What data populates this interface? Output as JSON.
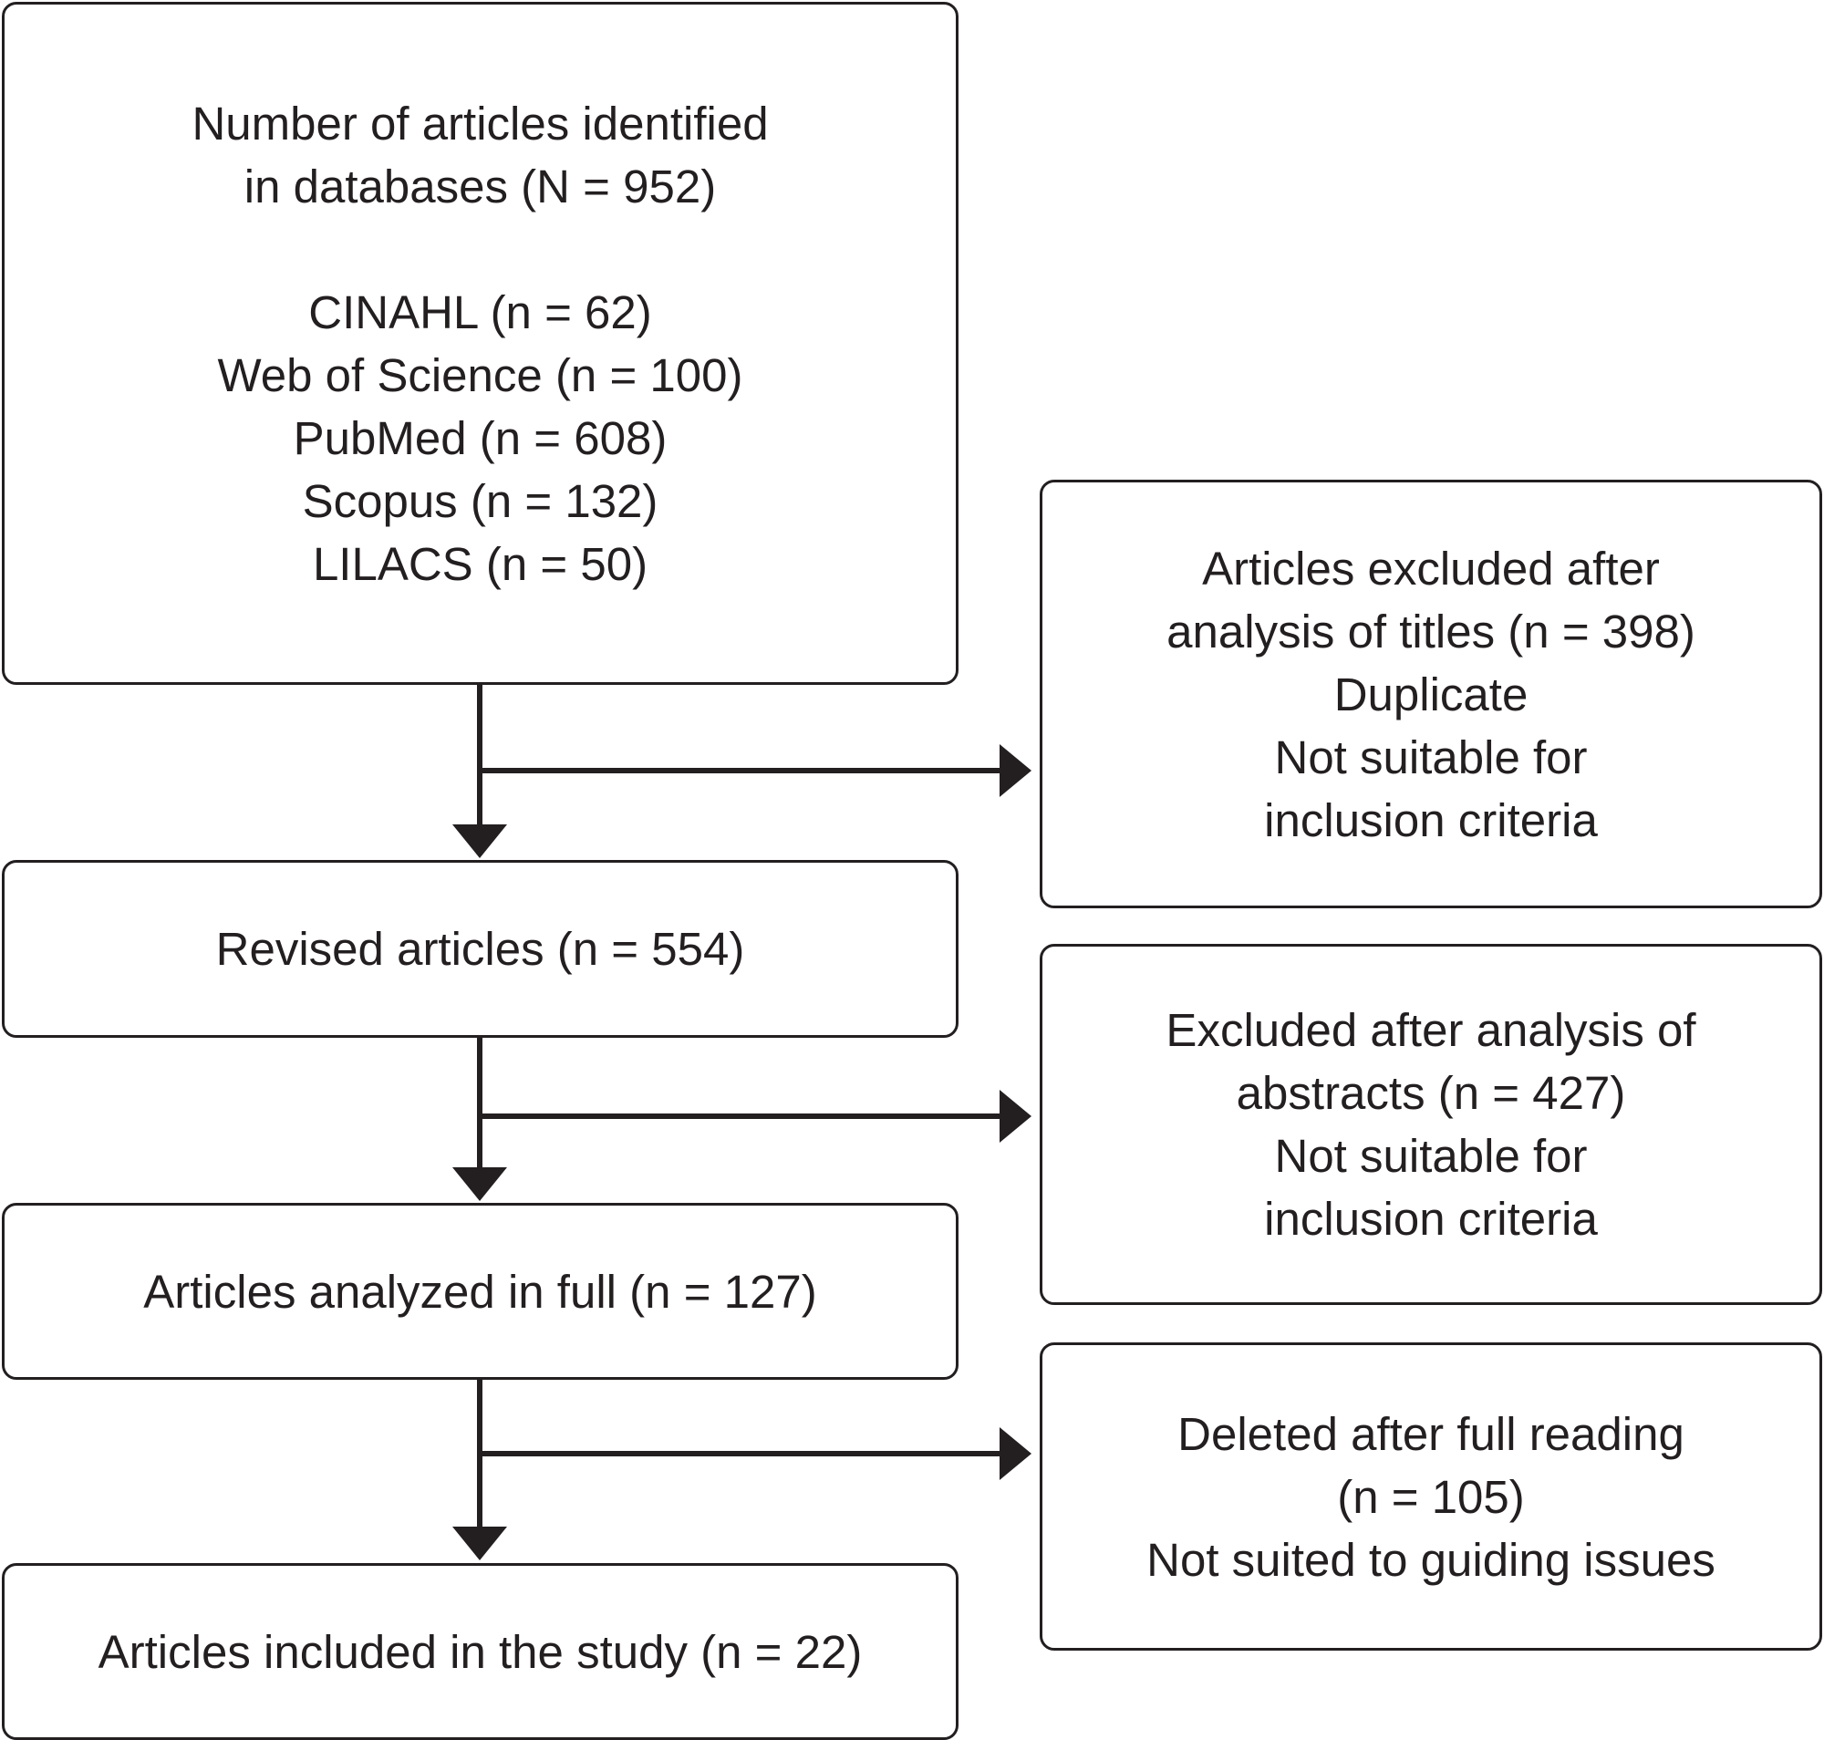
{
  "flow": {
    "identified": {
      "title_lines": [
        "Number of articles identified",
        "in databases (N = 952)"
      ],
      "databases": [
        {
          "label": "CINAHL (n = 62)"
        },
        {
          "label": "Web of Science (n = 100)"
        },
        {
          "label": "PubMed (n = 608)"
        },
        {
          "label": "Scopus (n = 132)"
        },
        {
          "label": "LILACS (n = 50)"
        }
      ]
    },
    "revised": {
      "label": "Revised articles (n = 554)"
    },
    "analyzed": {
      "label": "Articles analyzed in full (n = 127)"
    },
    "included": {
      "label": "Articles included in the study (n = 22)"
    }
  },
  "exclusions": {
    "titles": {
      "lines": [
        "Articles excluded after",
        "analysis of titles (n = 398)",
        "Duplicate",
        "Not suitable for",
        "inclusion criteria"
      ]
    },
    "abstracts": {
      "lines": [
        "Excluded after analysis of",
        "abstracts (n = 427)",
        "Not suitable for",
        "inclusion criteria"
      ]
    },
    "full_reading": {
      "lines": [
        "Deleted after full reading",
        "(n = 105)",
        "Not suited to guiding issues"
      ]
    }
  },
  "colors": {
    "stroke": "#231f20",
    "background": "#ffffff"
  }
}
